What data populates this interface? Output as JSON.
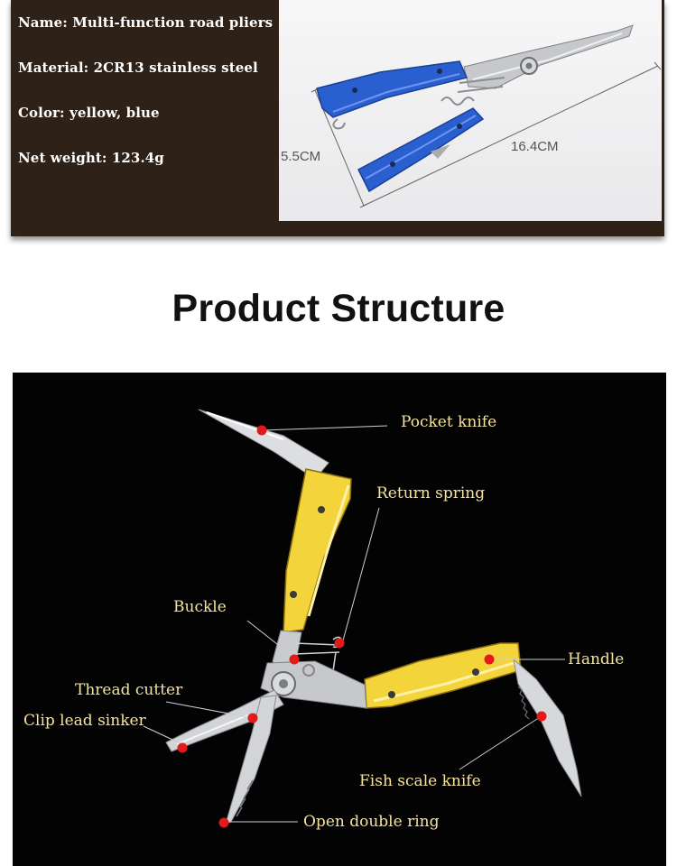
{
  "specs": [
    {
      "label": "Name: Multi-function road pliers"
    },
    {
      "label": "Material: 2CR13 stainless steel"
    },
    {
      "label": "Color: yellow, blue"
    },
    {
      "label": "Net weight: 123.4g"
    }
  ],
  "dimensions": {
    "height": "5.5CM",
    "length": "16.4CM"
  },
  "title": "Product Structure",
  "parts": {
    "pocket_knife": "Pocket knife",
    "return_spring": "Return spring",
    "buckle": "Buckle",
    "handle": "Handle",
    "thread_cutter": "Thread cutter",
    "clip_lead_sinker": "Clip lead sinker",
    "fish_scale_knife": "Fish scale knife",
    "open_double_ring": "Open double ring"
  },
  "colors": {
    "panel": "#2e2118",
    "callout_text": "#f7e39a",
    "marker": "#e21a1a",
    "handle_blue": "#2a5fd0",
    "handle_yellow": "#f3d43a"
  }
}
